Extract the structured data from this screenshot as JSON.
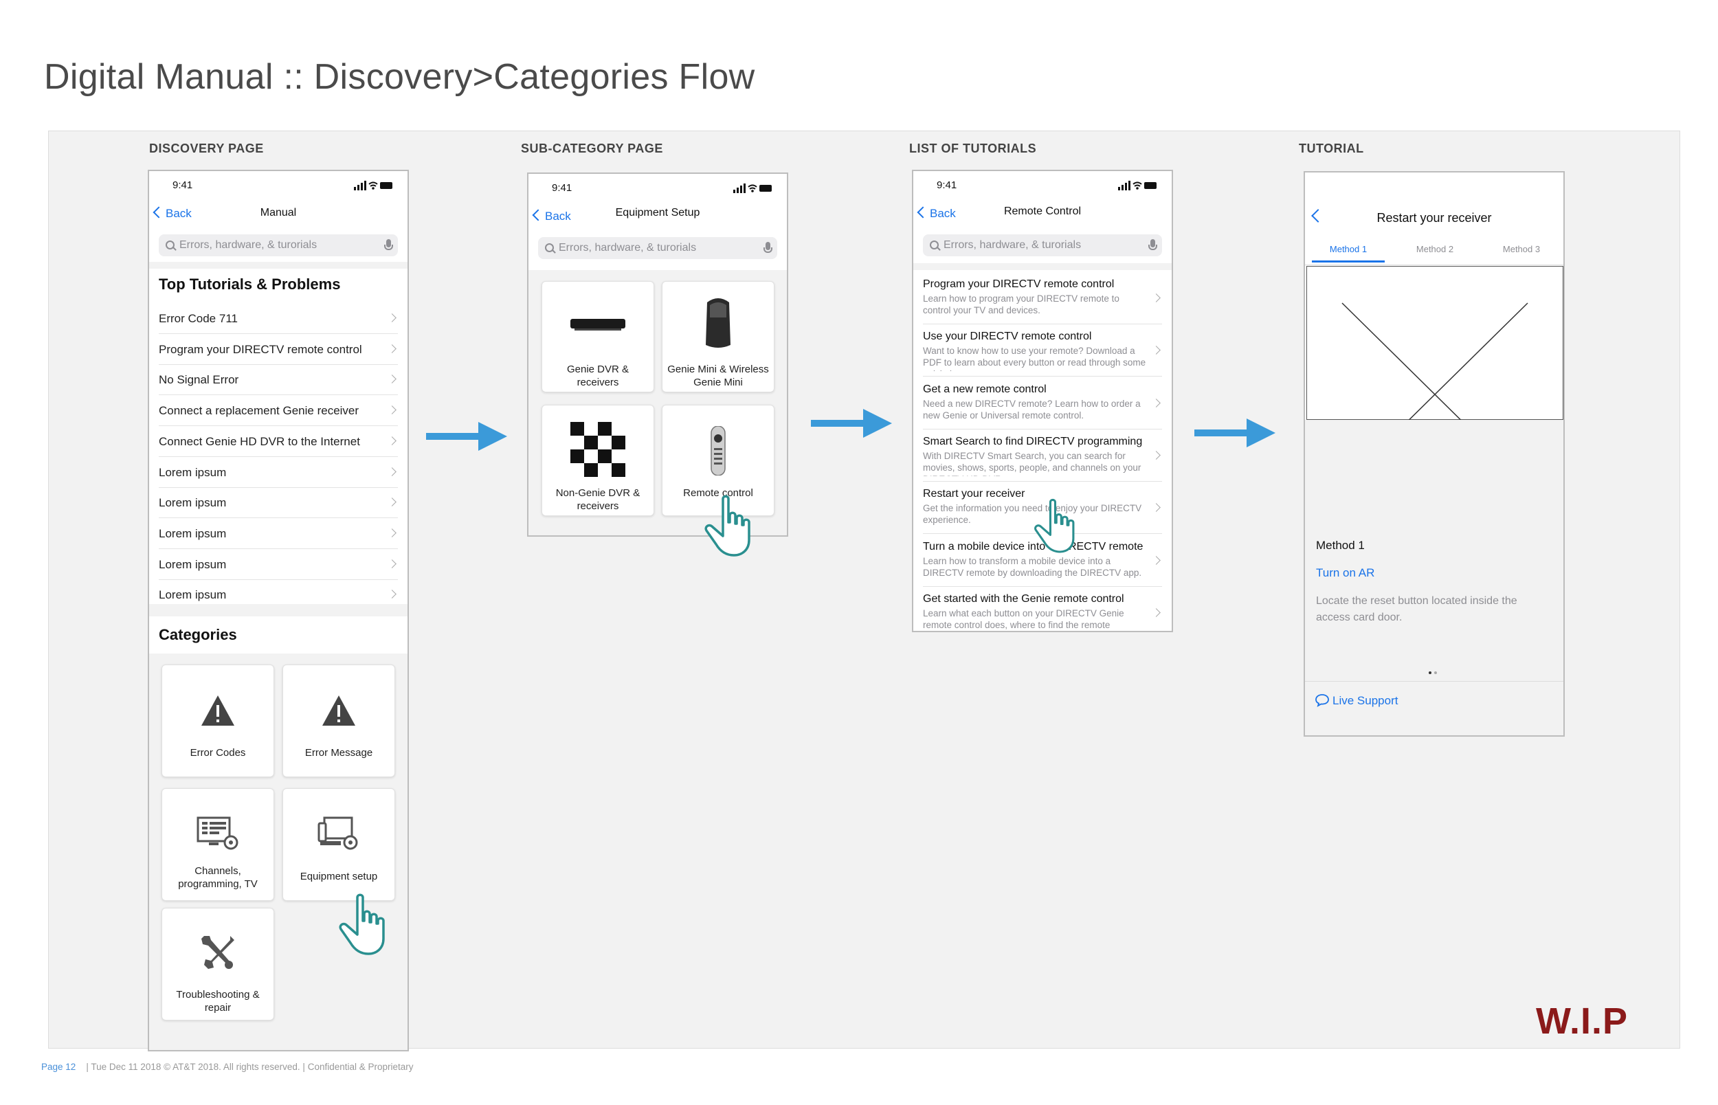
{
  "page_title": "Digital Manual :: Discovery>Categories Flow",
  "sections": {
    "discovery": "DISCOVERY PAGE",
    "subcategory": "SUB-CATEGORY PAGE",
    "list": "LIST OF TUTORIALS",
    "tutorial": "TUTORIAL"
  },
  "status_time": "9:41",
  "back_label": "Back",
  "search_placeholder": "Errors, hardware, & turorials",
  "screen1": {
    "nav_title": "Manual",
    "top_heading": "Top Tutorials & Problems",
    "items": [
      "Error Code 711",
      "Program your DIRECTV remote control",
      "No Signal Error",
      "Connect a replacement Genie receiver",
      "Connect Genie HD DVR to the Internet",
      "Lorem ipsum",
      "Lorem ipsum",
      "Lorem ipsum",
      "Lorem ipsum",
      "Lorem ipsum"
    ],
    "categories_heading": "Categories",
    "categories": [
      {
        "label": "Error Codes",
        "icon": "warning-icon"
      },
      {
        "label": "Error Message",
        "icon": "warning-icon"
      },
      {
        "label": "Channels, programming, TV",
        "icon": "channels-icon"
      },
      {
        "label": "Equipment setup",
        "icon": "equipment-icon"
      },
      {
        "label": "Troubleshooting & repair",
        "icon": "tools-icon"
      }
    ]
  },
  "screen2": {
    "nav_title": "Equipment Setup",
    "items": [
      {
        "label": "Genie DVR & receivers",
        "icon": "receiver-image"
      },
      {
        "label": "Genie Mini & Wireless Genie Mini",
        "icon": "genie-mini-image"
      },
      {
        "label": "Non-Genie DVR & receivers",
        "icon": "checker-placeholder-image"
      },
      {
        "label": "Remote control",
        "icon": "remote-image"
      }
    ]
  },
  "screen3": {
    "nav_title": "Remote Control",
    "items": [
      {
        "title": "Program your DIRECTV remote control",
        "desc": "Learn how to program your DIRECTV remote to control your TV and devices."
      },
      {
        "title": "Use your DIRECTV remote control",
        "desc": "Want to know how to use your remote? Download a PDF to learn about every button or read through some quick tips."
      },
      {
        "title": "Get a new remote control",
        "desc": "Need a new DIRECTV remote? Learn how to order a new Genie or Universal remote control."
      },
      {
        "title": "Smart Search to find DIRECTV programming",
        "desc": "With DIRECTV Smart Search, you can search for movies, shows, sports, people, and channels on your DIRECTV HD DVR."
      },
      {
        "title": "Restart your receiver",
        "desc": "Get the information you need to enjoy your DIRECTV experience."
      },
      {
        "title": "Turn a mobile device into a DIRECTV remote",
        "desc": "Learn how to transform a mobile device into a DIRECTV remote by downloading the DIRECTV app."
      },
      {
        "title": "Get started with the Genie remote control",
        "desc": "Learn what each button on your DIRECTV Genie remote control does, where to find the remote"
      }
    ]
  },
  "screen4": {
    "nav_title": "Restart your receiver",
    "tabs": [
      "Method 1",
      "Method 2",
      "Method 3"
    ],
    "method_title": "Method 1",
    "link": "Turn on AR",
    "body": "Locate the reset button located inside the access card door.",
    "support": "Live Support"
  },
  "footer": {
    "page": "Page 12",
    "text": "|  Tue Dec 11 2018  © AT&T 2018. All rights reserved.  |  Confidential & Proprietary"
  },
  "wip": "W.I.P",
  "colors": {
    "accent": "#1a73e8",
    "arrow": "#3b9ad9",
    "wip": "#8b1a1a",
    "hand": "#2a8f8f"
  }
}
